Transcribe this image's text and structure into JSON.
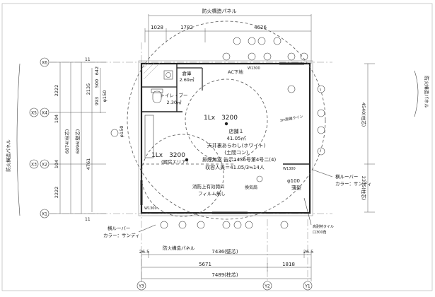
{
  "labels": {
    "fire_panel_top": "防火構造パネル",
    "fire_panel_bottom": "防火構造パネル",
    "fire_panel_left": "防火構造パネル",
    "fire_panel_right": "防火構造パネル",
    "dim_top": [
      "1028",
      "1782",
      "4626"
    ],
    "dim_left_a": [
      "2222",
      "104",
      "104",
      "2222"
    ],
    "dim_left_b": "6874(柱芯)",
    "dim_left_c": "6896(壁芯)",
    "dim_left_d": [
      "2135",
      "993",
      "500",
      "642",
      "4761"
    ],
    "dim_left_e": [
      "11",
      "11"
    ],
    "dim_right": [
      "4540(柱芯)",
      "2335(柱芯)"
    ],
    "dim_bottom_a": [
      "26.5",
      "7436(壁芯)",
      "26.5"
    ],
    "dim_bottom_b": [
      "5671",
      "1818"
    ],
    "dim_bottom_c": "7489(柱芯)",
    "axis_left": [
      "X6",
      "X5",
      "X4",
      "X3",
      "X2",
      "X1"
    ],
    "axis_bottom": [
      "Y3",
      "Y2",
      "Y1"
    ],
    "room_storage": "倉庫",
    "room_storage_area": "2.69㎡",
    "room_toilet": "トイレ・ブー",
    "room_toilet_area": "2.30㎡",
    "lux_upper": "1Lx　3200",
    "lux_lower": "1Lx　3200",
    "kitchen_area": "(厨房エリア)",
    "shop_name": "店舗１",
    "shop_area": "41.05㎡",
    "ceiling": "天井裏あらわし(ホワイト)",
    "floor": "(土間コン)",
    "notice": "排煙無窓 告示1436号第4号二(4)",
    "capacity": "収容人員＝41.05/3≒14人",
    "vent_label": "換気扇",
    "ac_label": "AC下地",
    "fire_door": "消防上有効開口",
    "film": "フィルム無し",
    "louver_right": "横ルーバー",
    "louver_right_color": "カラー：サンディ",
    "louver_left": "横ルーバー",
    "louver_left_color": "カラー：サンディ",
    "phi_150_a": "φ150",
    "phi_150_b": "φ150",
    "phi_100": "φ100",
    "thin_type": "薄型",
    "tile_note": "高耐熱タイル",
    "tile_size": "口300角",
    "line_label": "3m距離ライン",
    "code_w1": "W1300",
    "code_w2": "W1300",
    "code_w3": "W1300"
  }
}
